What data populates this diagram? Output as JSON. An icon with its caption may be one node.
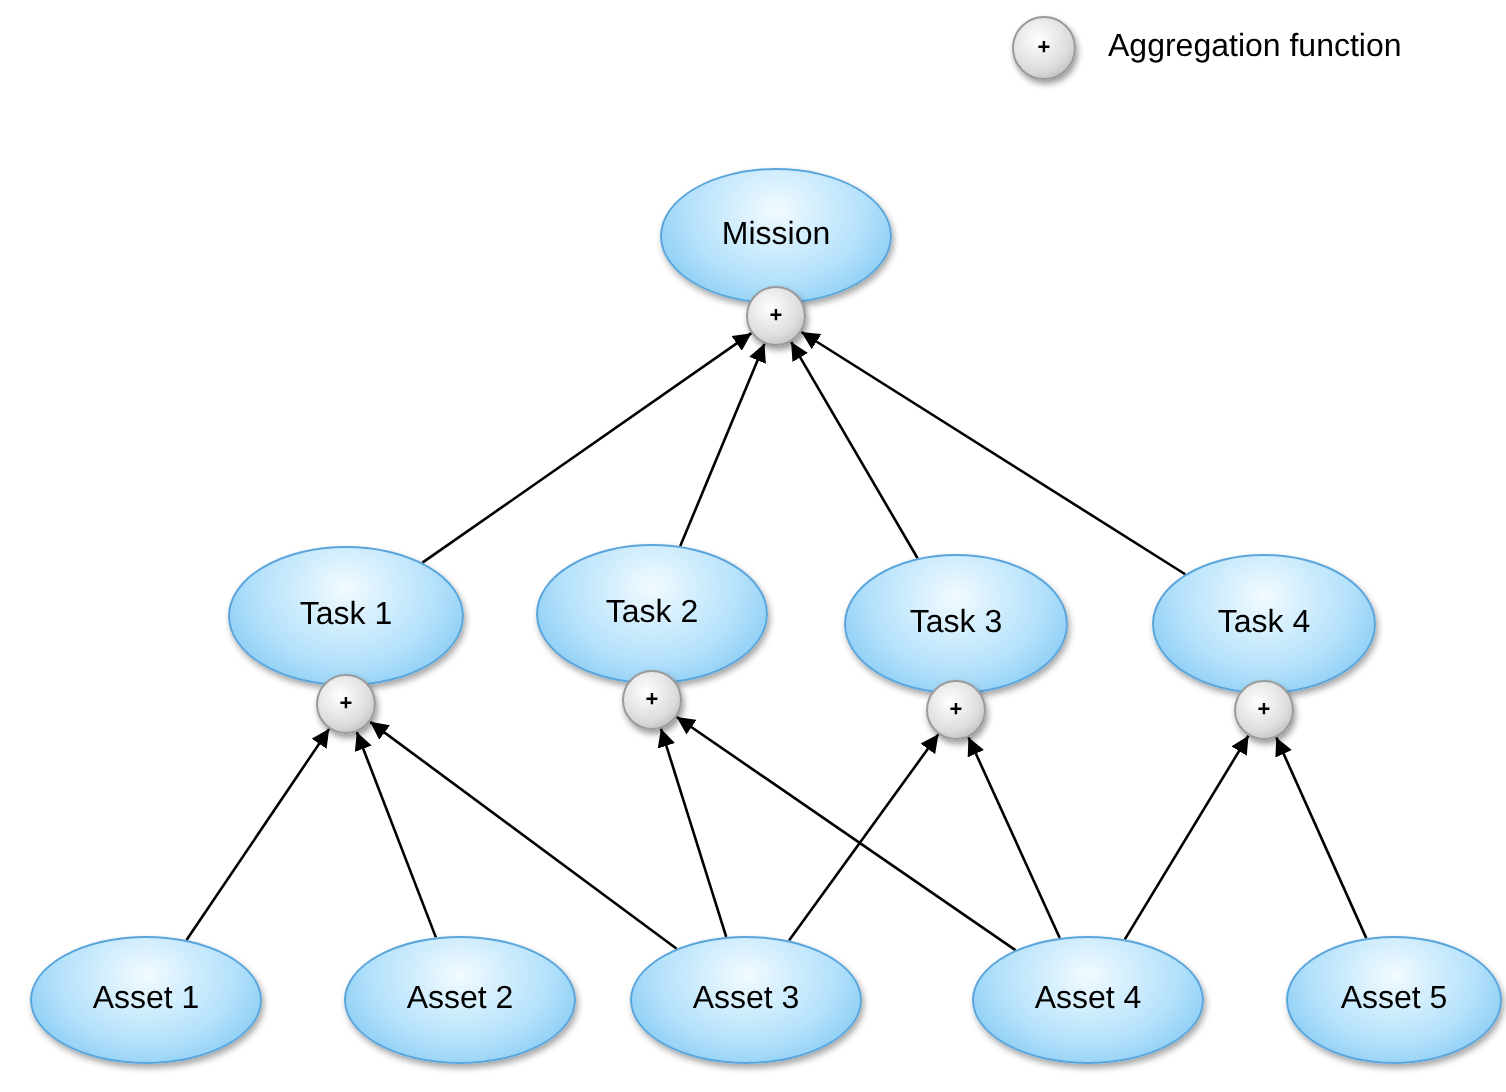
{
  "diagram": {
    "nodes": [
      {
        "text": [
          "Mission"
        ]
      },
      {
        "text": [
          "+"
        ]
      },
      {
        "text": [
          "Task 1"
        ]
      },
      {
        "text": [
          "+"
        ]
      },
      {
        "text": [
          "Task 2"
        ]
      },
      {
        "text": [
          "+"
        ]
      },
      {
        "text": [
          "Task 3"
        ]
      },
      {
        "text": [
          "+"
        ]
      },
      {
        "text": [
          "Task 4"
        ]
      },
      {
        "text": [
          "+"
        ]
      },
      {
        "text": [
          "Asset 1"
        ]
      },
      {
        "text": [
          "Asset 2"
        ]
      },
      {
        "text": [
          "Asset 3"
        ]
      },
      {
        "text": [
          "Asset 4"
        ]
      },
      {
        "text": [
          "Asset 5"
        ]
      }
    ],
    "edges": [
      {
        "from": 2,
        "to": 1,
        "arrow": "to"
      },
      {
        "from": 4,
        "to": 1,
        "arrow": "to"
      },
      {
        "from": 6,
        "to": 1,
        "arrow": "to"
      },
      {
        "from": 8,
        "to": 1,
        "arrow": "to"
      },
      {
        "from": 10,
        "to": 3,
        "arrow": "to"
      },
      {
        "from": 11,
        "to": 3,
        "arrow": "to"
      },
      {
        "from": 12,
        "to": 3,
        "arrow": "to"
      },
      {
        "from": 12,
        "to": 5,
        "arrow": "to"
      },
      {
        "from": 13,
        "to": 5,
        "arrow": "to"
      },
      {
        "from": 12,
        "to": 7,
        "arrow": "to"
      },
      {
        "from": 13,
        "to": 7,
        "arrow": "to"
      },
      {
        "from": 13,
        "to": 9,
        "arrow": "to"
      },
      {
        "from": 14,
        "to": 9,
        "arrow": "to"
      }
    ],
    "labels": [
      "+"
    ],
    "legend": [
      {
        "text": "Aggregation function"
      }
    ]
  }
}
